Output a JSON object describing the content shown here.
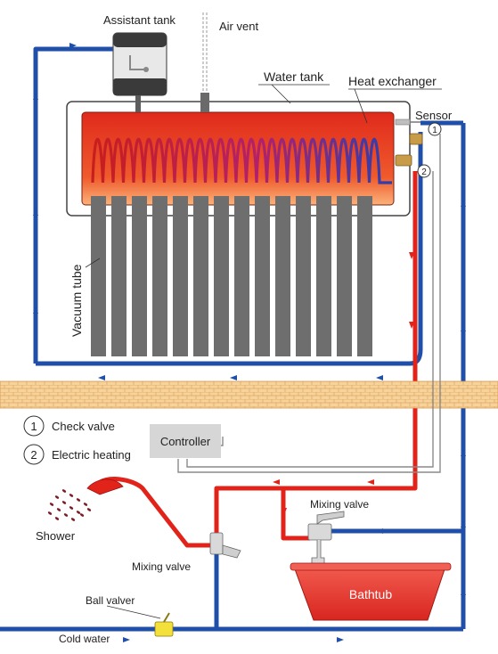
{
  "labels": {
    "assistant_tank": "Assistant tank",
    "air_vent": "Air vent",
    "water_tank": "Water tank",
    "heat_exchanger": "Heat exchanger",
    "sensor": "Sensor",
    "vacuum_tube": "Vacuum tube",
    "controller": "Controller",
    "shower": "Shower",
    "mixing_valve_left": "Mixing valve",
    "mixing_valve_right": "Mixing valve",
    "bathtub": "Bathtub",
    "ball_valver": "Ball valver",
    "cold_water": "Cold water"
  },
  "legend": [
    {
      "num": "1",
      "label": "Check valve"
    },
    {
      "num": "2",
      "label": "Electric heating"
    }
  ],
  "markers": {
    "check_valve": "1",
    "electric_heating": "2"
  },
  "colors": {
    "cold_pipe": "#1f4fa8",
    "hot_pipe": "#e2231a",
    "tank_body": "#e8442a",
    "vacuum_tube": "#6e6e6e",
    "brick_wall": "#f3c98f",
    "controller_box": "#d6d6d6",
    "bathtub": "#e2382f"
  }
}
